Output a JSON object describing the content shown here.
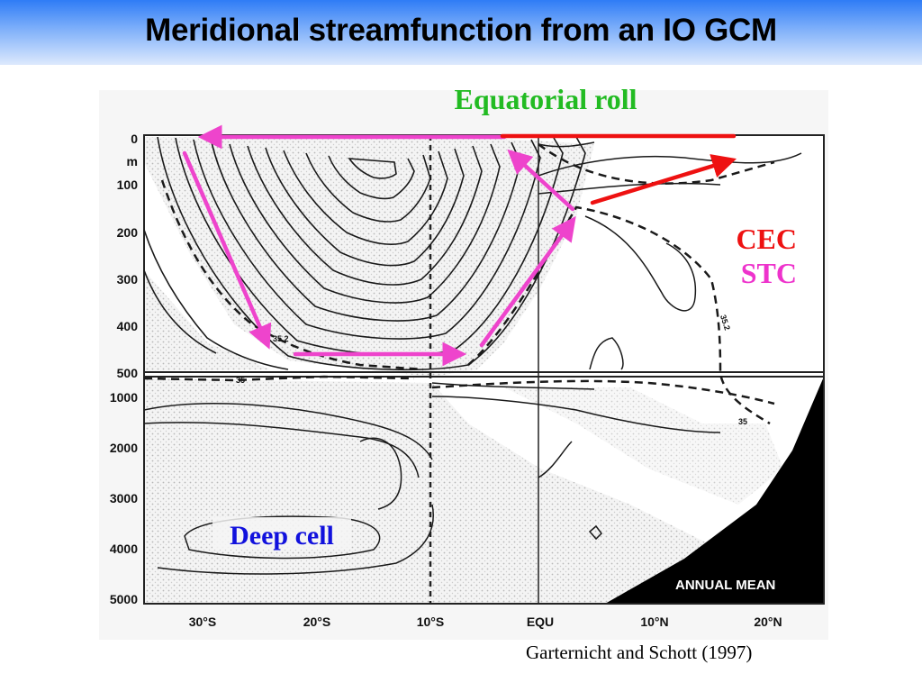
{
  "slide": {
    "title": "Meridional streamfunction from an IO GCM",
    "citation": "Garternicht and Schott (1997)"
  },
  "figure": {
    "annotations": {
      "equatorial_roll": "Equatorial roll",
      "cec": "CEC",
      "stc": "STC",
      "deep_cell": "Deep cell"
    },
    "panel_label": "ANNUAL MEAN",
    "depth_unit": "m",
    "depth_ticks_upper": [
      "0",
      "100",
      "200",
      "300",
      "400",
      "500"
    ],
    "depth_ticks_lower": [
      "1000",
      "2000",
      "3000",
      "4000",
      "5000"
    ],
    "lat_ticks": [
      "30°S",
      "20°S",
      "10°S",
      "EQU",
      "10°N",
      "20°N"
    ],
    "isopycnal_labels": [
      "35.2",
      "35",
      "35.2",
      "35"
    ],
    "colors": {
      "equatorial_roll": "#22bb22",
      "cec": "#ee1111",
      "stc": "#ee33cc",
      "deep_cell": "#1111dd",
      "arrow_red": "#ee1111",
      "arrow_magenta": "#ee44cc",
      "stipple": "#c9c9c9"
    }
  }
}
